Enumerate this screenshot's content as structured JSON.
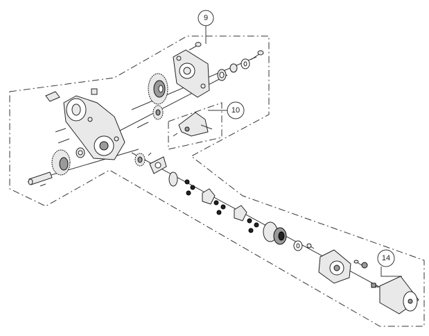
{
  "callouts": [
    {
      "id": "callout-9",
      "label": "9"
    },
    {
      "id": "callout-10",
      "label": "10"
    },
    {
      "id": "callout-14",
      "label": "14"
    }
  ],
  "colors": {
    "line": "#333333",
    "fill": "#e9e9e9",
    "dark": "#9a9a9a"
  }
}
